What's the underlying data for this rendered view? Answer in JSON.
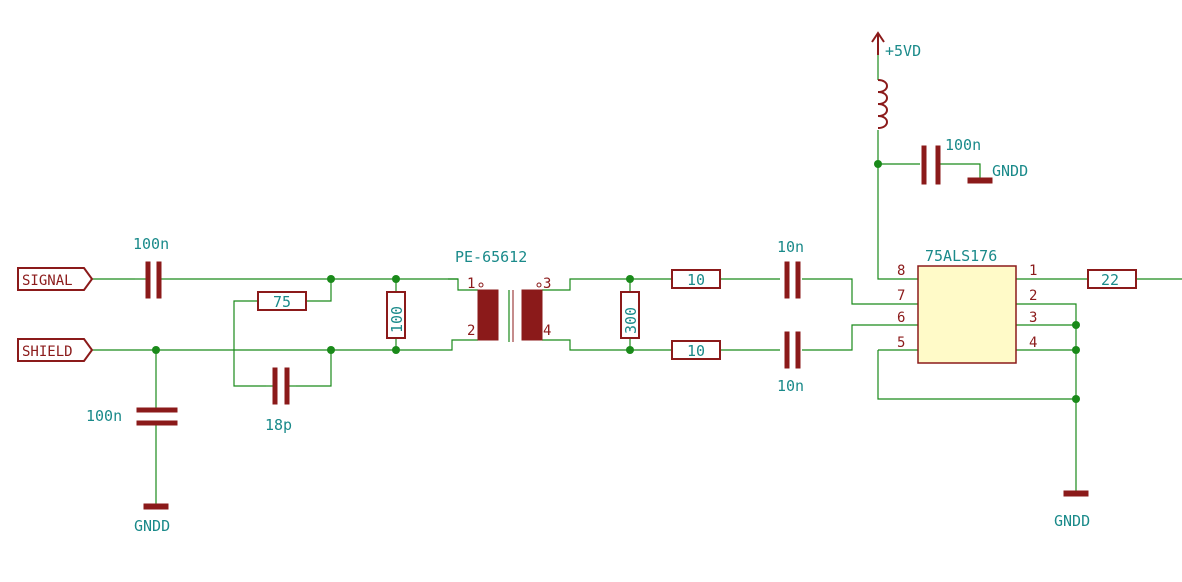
{
  "ports": {
    "signal": "SIGNAL",
    "shield": "SHIELD"
  },
  "power": {
    "vcc": "+5VD",
    "gnd": "GNDD"
  },
  "components": {
    "c_signal": "100n",
    "c_shield": "100n",
    "r_75": "75",
    "c_18p": "18p",
    "r_100": "100",
    "transformer": "PE-65612",
    "r_300": "300",
    "r_10_top": "10",
    "r_10_bottom": "10",
    "c_10n_top": "10n",
    "c_10n_bottom": "10n",
    "c_decouple": "100n",
    "ic": "75ALS176",
    "r_22": "22"
  },
  "transformer_pins": {
    "p1": "1",
    "p2": "2",
    "p3": "3",
    "p4": "4"
  },
  "ic_pins": {
    "p1": "1",
    "p2": "2",
    "p3": "3",
    "p4": "4",
    "p5": "5",
    "p6": "6",
    "p7": "7",
    "p8": "8"
  },
  "colors": {
    "wire": "#1a8a1a",
    "component": "#8b1a1a",
    "label": "#1a8a8a",
    "ic_fill": "#fffac8"
  }
}
